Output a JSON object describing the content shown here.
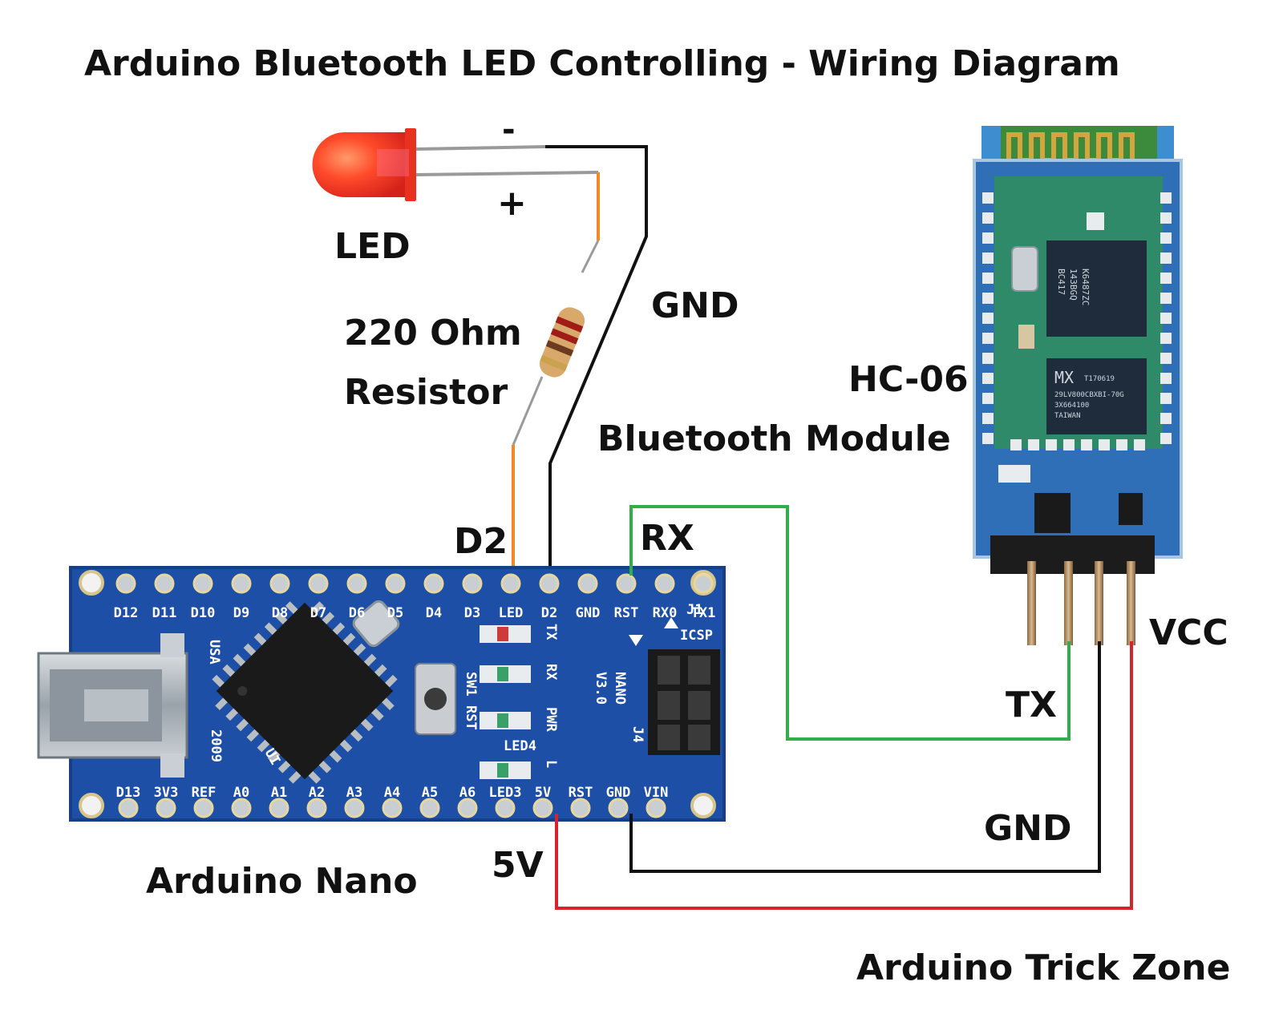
{
  "title": "Arduino Bluetooth LED Controlling - Wiring Diagram",
  "labels": {
    "led": "LED",
    "led_minus": "-",
    "led_plus": "+",
    "resistor_line1": "220 Ohm",
    "resistor_line2": "Resistor",
    "gnd_led": "GND",
    "hc06_line1": "HC-06",
    "hc06_line2": "Bluetooth Module",
    "d2": "D2",
    "rx": "RX",
    "tx": "TX",
    "vcc": "VCC",
    "gnd_bt": "GND",
    "five_v": "5V",
    "arduino_nano": "Arduino Nano",
    "watermark": "Arduino Trick Zone"
  },
  "nano": {
    "top_pins": [
      "D12",
      "D11",
      "D10",
      "D9",
      "D8",
      "D7",
      "D6",
      "D5",
      "D4",
      "D3",
      "LED",
      "D2",
      "GND",
      "RST",
      "RX0",
      "TX1"
    ],
    "bottom_pins": [
      "D13",
      "3V3",
      "REF",
      "A0",
      "A1",
      "A2",
      "A3",
      "A4",
      "A5",
      "A6",
      "LED3",
      "5V",
      "RST",
      "GND",
      "VIN"
    ],
    "side_labels": [
      "USA",
      "2009",
      "ICSP",
      "NANO",
      "V3.0",
      "SW1",
      "RST",
      "TX",
      "RX",
      "PWR",
      "L",
      "LED4",
      "J1",
      "J4",
      "UI"
    ]
  },
  "hc06": {
    "chip1": [
      "BC417",
      "143BGQ",
      "K6487ZC"
    ],
    "chip2": [
      "MX",
      "T170619",
      "29LV800CBXBI-70G",
      "3X664100",
      "TAIWAN"
    ]
  },
  "colors": {
    "wire_gnd": "#111111",
    "wire_signal_led": "#f0892a",
    "wire_rx": "#2fae4a",
    "wire_vcc": "#d8232a",
    "nano_board": "#1d4fa6",
    "hc06_board": "#2f6fb7",
    "led_body": "#ff4a2a"
  },
  "icons": [
    "led-icon",
    "resistor-icon",
    "arduino-nano-board",
    "hc06-module",
    "usb-connector-icon",
    "microcontroller-chip-icon",
    "reset-button-icon",
    "crystal-icon",
    "icsp-header-icon",
    "antenna-icon"
  ]
}
